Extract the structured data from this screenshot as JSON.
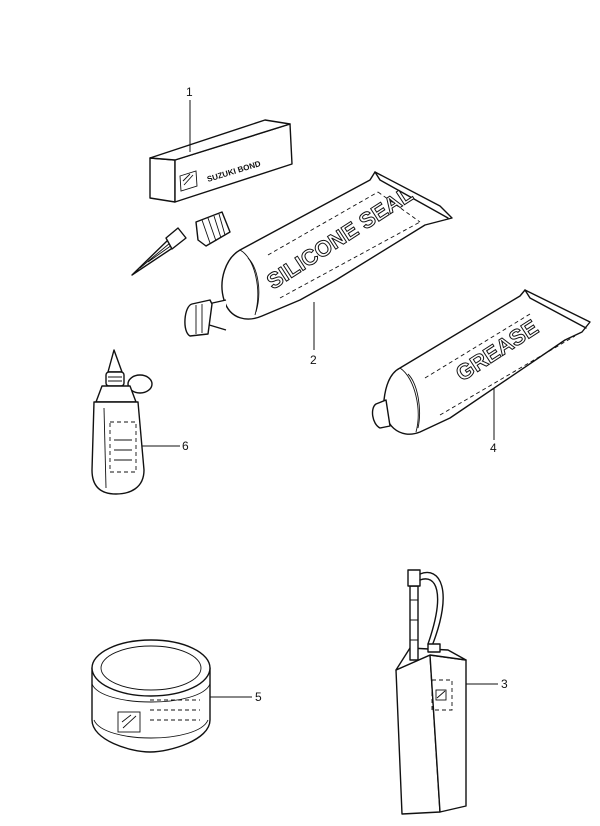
{
  "parts": [
    {
      "number": "1",
      "label": "SUZUKI BOND"
    },
    {
      "number": "2",
      "label": "SILICONE SEAL"
    },
    {
      "number": "3"
    },
    {
      "number": "4",
      "label": "GREASE"
    },
    {
      "number": "5"
    },
    {
      "number": "6"
    }
  ],
  "colors": {
    "line": "#111111",
    "background": "#ffffff"
  }
}
